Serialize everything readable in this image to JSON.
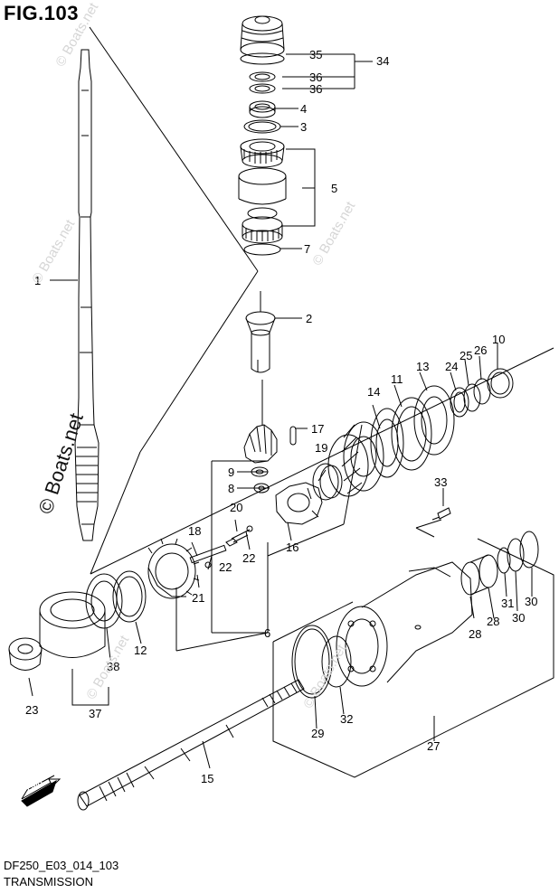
{
  "figure": {
    "title": "FIG.103",
    "code": "DF250_E03_014_103",
    "caption": "TRANSMISSION",
    "fwd_mark": "FWD"
  },
  "watermark": "© Boats.net",
  "part_labels": [
    "1",
    "2",
    "3",
    "4",
    "5",
    "6",
    "7",
    "8",
    "9",
    "10",
    "11",
    "12",
    "13",
    "14",
    "15",
    "16",
    "17",
    "18",
    "19",
    "20",
    "21",
    "22",
    "22",
    "23",
    "24",
    "25",
    "26",
    "27",
    "28",
    "28",
    "29",
    "30",
    "30",
    "31",
    "32",
    "33",
    "34",
    "35",
    "36",
    "36",
    "37",
    "38"
  ]
}
